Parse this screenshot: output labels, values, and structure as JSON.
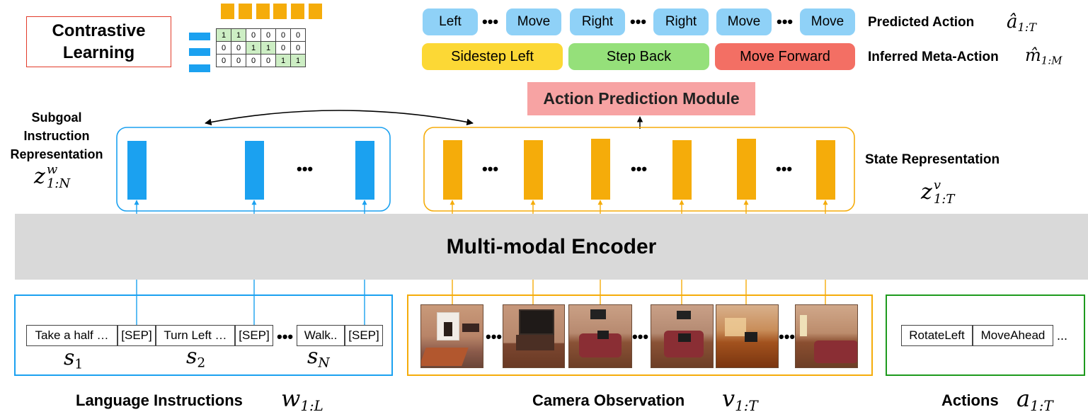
{
  "contrastive_learning": {
    "line1": "Contrastive",
    "line2": "Learning"
  },
  "similarity_matrix": {
    "rows": [
      [
        "1",
        "1",
        "0",
        "0",
        "0",
        "0"
      ],
      [
        "0",
        "0",
        "1",
        "1",
        "0",
        "0"
      ],
      [
        "0",
        "0",
        "0",
        "0",
        "1",
        "1"
      ]
    ],
    "highlighted": [
      [
        0,
        0
      ],
      [
        0,
        1
      ],
      [
        1,
        2
      ],
      [
        1,
        3
      ],
      [
        2,
        4
      ],
      [
        2,
        5
      ]
    ]
  },
  "predicted_actions": [
    "Left",
    "Move",
    "Right",
    "Right",
    "Move",
    "Move"
  ],
  "ellipsis": "...",
  "ellipsis_dots": "•••",
  "meta_actions": [
    "Sidestep Left",
    "Step Back",
    "Move Forward"
  ],
  "colors": {
    "sidestep_left": "#fcd835",
    "step_back": "#95e07a",
    "move_forward": "#f36f64",
    "action_pill": "#8fd1f7",
    "instruction_blue": "#1ba1f0",
    "state_orange": "#f5ac0a",
    "encoder_gray": "#d9d9d9",
    "apm_pink": "#f7a3a3",
    "actions_green": "#1e9a1e",
    "contrastive_red": "#e23b2a"
  },
  "labels": {
    "predicted_action": "Predicted Action",
    "predicted_action_sym": {
      "base": "â",
      "sub": "1:T"
    },
    "inferred_meta_action": "Inferred Meta-Action",
    "inferred_meta_action_sym": {
      "base": "m̂",
      "sub": "1:M"
    },
    "action_prediction_module": "Action Prediction Module",
    "subgoal_l1": "Subgoal",
    "subgoal_l2": "Instruction",
    "subgoal_l3": "Representation",
    "subgoal_sym": {
      "base": "z",
      "sup": "w",
      "sub": "1:N"
    },
    "state_representation": "State Representation",
    "state_sym": {
      "base": "z",
      "sup": "v",
      "sub": "1:T"
    },
    "encoder": "Multi-modal Encoder",
    "language_instructions": "Language Instructions",
    "language_sym": {
      "base": "w",
      "sub": "1:L"
    },
    "camera_observation": "Camera Observation",
    "camera_sym": {
      "base": "v",
      "sub": "1:T"
    },
    "actions": "Actions",
    "actions_sym": {
      "base": "a",
      "sub": "1:T"
    }
  },
  "instruction_tokens": [
    "Take a half …",
    "[SEP]",
    "Turn Left …",
    "[SEP]",
    "Walk..",
    "[SEP]"
  ],
  "subgoal_symbols": [
    {
      "base": "s",
      "sub": "1"
    },
    {
      "base": "s",
      "sub": "2"
    },
    {
      "base": "s",
      "sub": "N"
    }
  ],
  "action_tokens": [
    "RotateLeft",
    "MoveAhead"
  ]
}
